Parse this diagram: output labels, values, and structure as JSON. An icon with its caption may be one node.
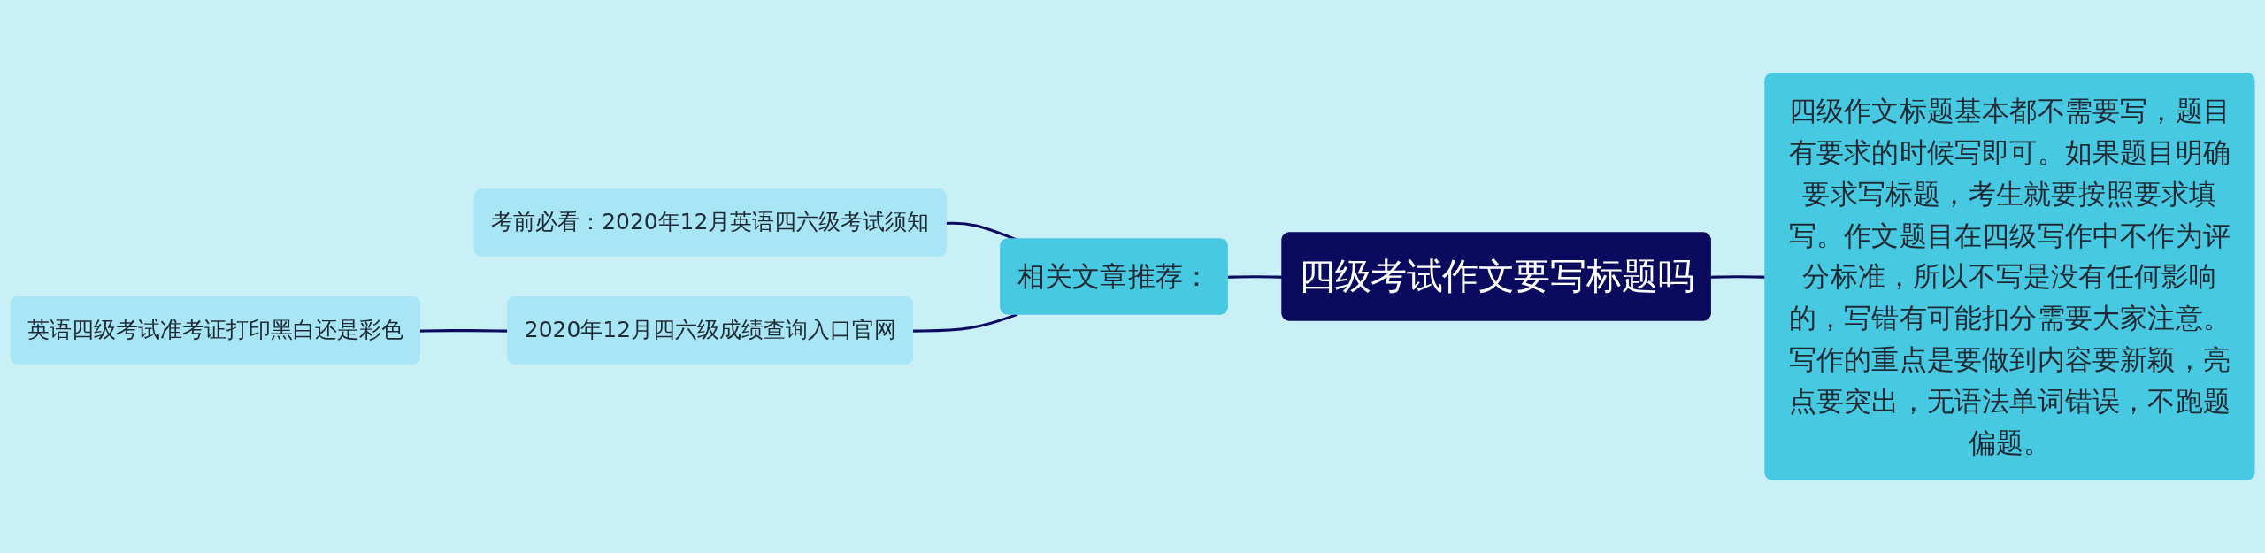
{
  "diagram": {
    "nodes": [
      {
        "text": [
          "四级考试作文要写标题吗"
        ]
      },
      {
        "text": [
          "四级作文标题基本都不需要写，题目有要求的时候写即可。如果题目明确要求写标题，考生就要按照要求填写。作文题目在四级写作中不作为评分标准，所以不写是没有任何影响的，写错有可能扣分需要大家注意。写作的重点是要做到内容要新颖，亮点要突出，无语法单词错误，不跑题偏题。"
        ]
      },
      {
        "text": [
          "相关文章推荐："
        ]
      },
      {
        "text": [
          "考前必看：2020年12月英语四六级考试须知"
        ]
      },
      {
        "text": [
          "2020年12月四六级成绩查询入口官网"
        ]
      },
      {
        "text": [
          "英语四级考试准考证打印黑白还是彩色"
        ]
      }
    ],
    "edges": [
      {
        "from": 1,
        "to": 0,
        "arrow": "none"
      },
      {
        "from": 0,
        "to": 2,
        "arrow": "none"
      },
      {
        "from": 2,
        "to": 3,
        "arrow": "none"
      },
      {
        "from": 2,
        "to": 4,
        "arrow": "none"
      },
      {
        "from": 4,
        "to": 5,
        "arrow": "none"
      }
    ]
  }
}
